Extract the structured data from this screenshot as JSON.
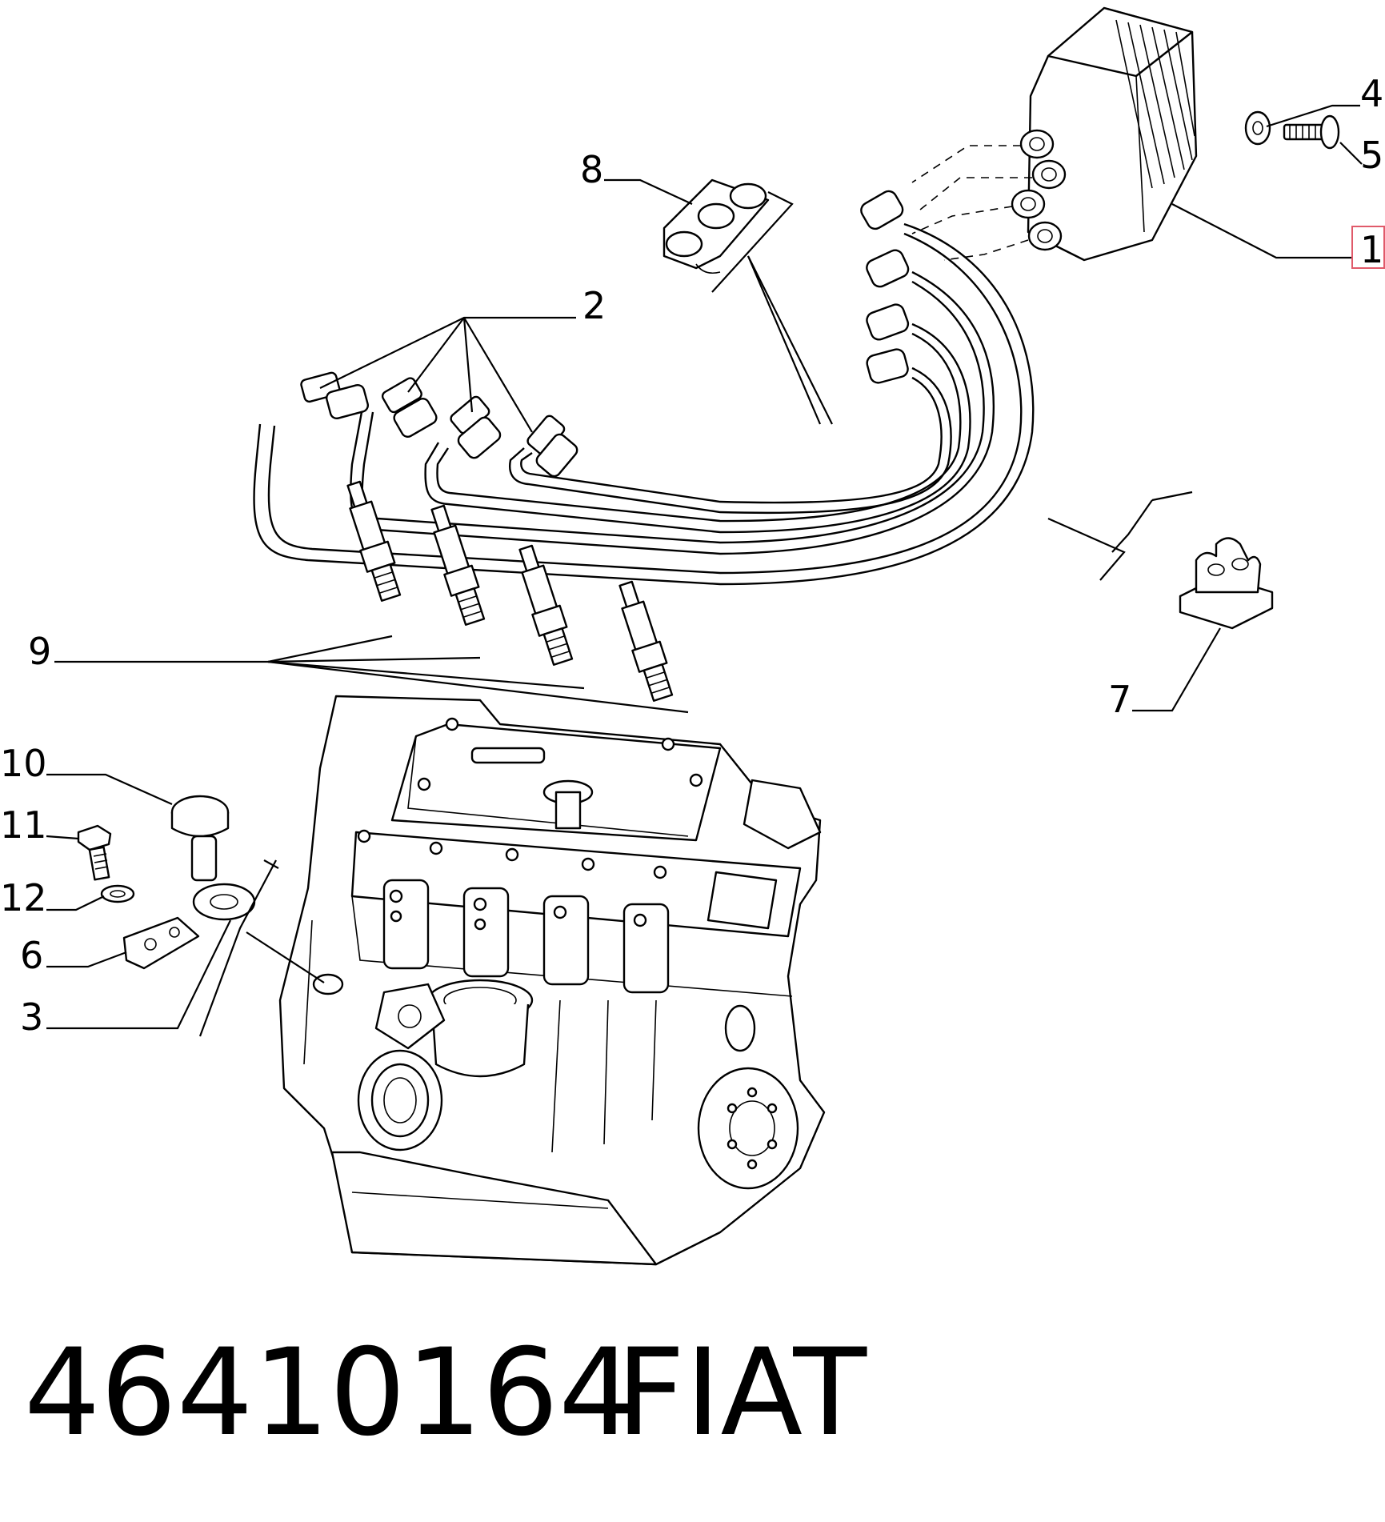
{
  "callouts": {
    "c1": "1",
    "c2": "2",
    "c3": "3",
    "c4": "4",
    "c5": "5",
    "c6": "6",
    "c7": "7",
    "c8": "8",
    "c9": "9",
    "c10": "10",
    "c11": "11",
    "c12": "12"
  },
  "caption": {
    "part_number": "46410164",
    "brand": "FIAT"
  },
  "colors": {
    "line": "#000000",
    "highlight": "#e05a6a"
  },
  "highlighted_callout": "1"
}
